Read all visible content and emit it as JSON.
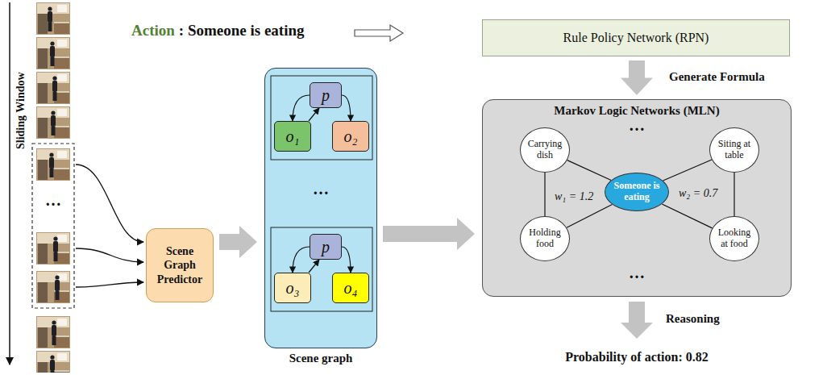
{
  "diagram": {
    "nodes": [
      {
        "text": [
          "Scene Graph Predictor"
        ]
      },
      {
        "text": [
          "Scene graph"
        ]
      },
      {
        "text": [
          "p"
        ],
        "in": 1
      },
      {
        "text": [
          "o₁"
        ],
        "in": 1
      },
      {
        "text": [
          "o₂"
        ],
        "in": 1
      },
      {
        "text": [
          "p"
        ],
        "in": 1
      },
      {
        "text": [
          "o₃"
        ],
        "in": 1
      },
      {
        "text": [
          "o₄"
        ],
        "in": 1
      },
      {
        "text": [
          "Rule Policy Network (RPN)"
        ]
      },
      {
        "text": [
          "Markov Logic Networks (MLN)"
        ]
      },
      {
        "text": [
          "Carrying dish"
        ],
        "in": 9
      },
      {
        "text": [
          "Holding food"
        ],
        "in": 9
      },
      {
        "text": [
          "Someone is eating"
        ],
        "in": 9
      },
      {
        "text": [
          "Siting at table"
        ],
        "in": 9
      },
      {
        "text": [
          "Looking at food"
        ],
        "in": 9
      }
    ],
    "edges": [
      {
        "from": 0,
        "to": 1,
        "arrow": "to"
      },
      {
        "from": 1,
        "to": 9,
        "arrow": "to"
      },
      {
        "from": 8,
        "to": 9,
        "label": "Generate Formula",
        "arrow": "to"
      },
      {
        "from": 2,
        "to": 3,
        "arrow": "to"
      },
      {
        "from": 2,
        "to": 4,
        "arrow": "to"
      },
      {
        "from": 3,
        "to": 2,
        "arrow": "to"
      },
      {
        "from": 5,
        "to": 6,
        "arrow": "to"
      },
      {
        "from": 5,
        "to": 7,
        "arrow": "to"
      },
      {
        "from": 6,
        "to": 5,
        "arrow": "to"
      },
      {
        "from": 10,
        "to": 12,
        "arrow": "none"
      },
      {
        "from": 11,
        "to": 12,
        "arrow": "none"
      },
      {
        "from": 10,
        "to": 11,
        "arrow": "none"
      },
      {
        "from": 13,
        "to": 12,
        "arrow": "none"
      },
      {
        "from": 14,
        "to": 12,
        "arrow": "none"
      },
      {
        "from": 13,
        "to": 14,
        "arrow": "none"
      }
    ],
    "labels": [
      "Sliding Window",
      "…",
      "Action",
      ": Someone is eating",
      "…",
      "…",
      "…",
      "w₁ = 1.2",
      "w₂ = 0.7",
      "Reasoning",
      "Probability of action: 0.82"
    ]
  }
}
